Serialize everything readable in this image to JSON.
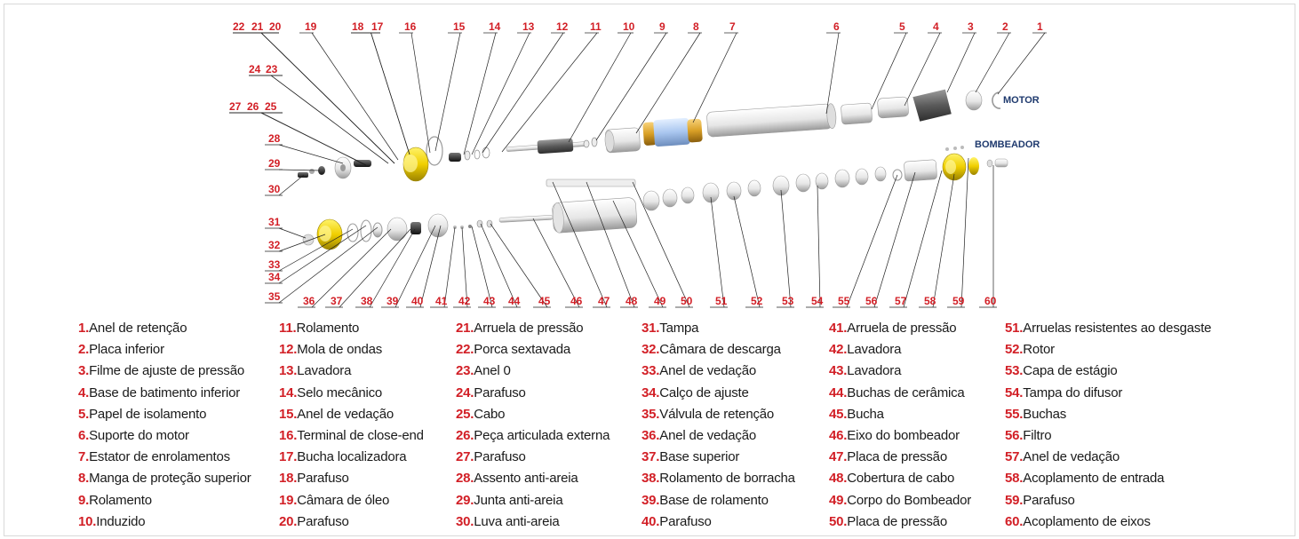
{
  "labels": {
    "motor": "MOTOR",
    "bombeador": "BOMBEADOR"
  },
  "callouts": [
    "1",
    "2",
    "3",
    "4",
    "5",
    "6",
    "7",
    "8",
    "9",
    "10",
    "11",
    "12",
    "13",
    "14",
    "15",
    "16",
    "17",
    "18",
    "19",
    "20",
    "21",
    "22",
    "23",
    "24",
    "25",
    "26",
    "27",
    "28",
    "29",
    "30",
    "31",
    "32",
    "33",
    "34",
    "35",
    "36",
    "37",
    "38",
    "39",
    "40",
    "41",
    "42",
    "43",
    "44",
    "45",
    "46",
    "47",
    "48",
    "49",
    "50",
    "51",
    "52",
    "53",
    "54",
    "55",
    "56",
    "57",
    "58",
    "59",
    "60"
  ],
  "legend": {
    "columns": [
      [
        {
          "num": "1.",
          "text": "Anel de retenção"
        },
        {
          "num": "2.",
          "text": "Placa inferior"
        },
        {
          "num": "3.",
          "text": "Filme de ajuste de pressão"
        },
        {
          "num": "4.",
          "text": "Base de batimento inferior"
        },
        {
          "num": "5.",
          "text": "Papel de isolamento"
        },
        {
          "num": "6.",
          "text": "Suporte do motor"
        },
        {
          "num": "7.",
          "text": "Estator de enrolamentos"
        },
        {
          "num": "8.",
          "text": "Manga de proteção superior"
        },
        {
          "num": "9.",
          "text": "Rolamento"
        },
        {
          "num": "10.",
          "text": "Induzido"
        }
      ],
      [
        {
          "num": "11.",
          "text": "Rolamento"
        },
        {
          "num": "12.",
          "text": "Mola de ondas"
        },
        {
          "num": "13.",
          "text": "Lavadora"
        },
        {
          "num": "14.",
          "text": "Selo mecânico"
        },
        {
          "num": "15.",
          "text": "Anel de vedação"
        },
        {
          "num": "16.",
          "text": "Terminal de close-end"
        },
        {
          "num": "17.",
          "text": "Bucha localizadora"
        },
        {
          "num": "18.",
          "text": "Parafuso"
        },
        {
          "num": "19.",
          "text": "Câmara de óleo"
        },
        {
          "num": "20.",
          "text": "Parafuso"
        }
      ],
      [
        {
          "num": "21.",
          "text": "Arruela de pressão"
        },
        {
          "num": "22.",
          "text": "Porca sextavada"
        },
        {
          "num": "23.",
          "text": "Anel 0"
        },
        {
          "num": "24.",
          "text": "Parafuso"
        },
        {
          "num": "25.",
          "text": "Cabo"
        },
        {
          "num": "26.",
          "text": "Peça articulada externa"
        },
        {
          "num": "27.",
          "text": "Parafuso"
        },
        {
          "num": "28.",
          "text": "Assento anti-areia"
        },
        {
          "num": "29.",
          "text": "Junta anti-areia"
        },
        {
          "num": "30.",
          "text": "Luva anti-areia"
        }
      ],
      [
        {
          "num": "31.",
          "text": "Tampa"
        },
        {
          "num": "32.",
          "text": "Câmara de descarga"
        },
        {
          "num": "33.",
          "text": "Anel de vedação"
        },
        {
          "num": "34.",
          "text": "Calço de ajuste"
        },
        {
          "num": "35.",
          "text": "Válvula de retenção"
        },
        {
          "num": "36.",
          "text": "Anel de vedação"
        },
        {
          "num": "37.",
          "text": "Base superior"
        },
        {
          "num": "38.",
          "text": "Rolamento de borracha"
        },
        {
          "num": "39.",
          "text": "Base de rolamento"
        },
        {
          "num": "40.",
          "text": "Parafuso"
        }
      ],
      [
        {
          "num": "41.",
          "text": "Arruela de pressão"
        },
        {
          "num": "42.",
          "text": "Lavadora"
        },
        {
          "num": "43.",
          "text": "Lavadora"
        },
        {
          "num": "44.",
          "text": "Buchas de cerâmica"
        },
        {
          "num": "45.",
          "text": "Bucha"
        },
        {
          "num": "46.",
          "text": "Eixo do bombeador"
        },
        {
          "num": "47.",
          "text": "Placa de pressão"
        },
        {
          "num": "48.",
          "text": "Cobertura de cabo"
        },
        {
          "num": "49.",
          "text": "Corpo do Bombeador"
        },
        {
          "num": "50.",
          "text": "Placa de pressão"
        }
      ],
      [
        {
          "num": "51.",
          "text": "Arruelas resistentes ao desgaste"
        },
        {
          "num": "52.",
          "text": "Rotor"
        },
        {
          "num": "53.",
          "text": "Capa de estágio"
        },
        {
          "num": "54.",
          "text": "Tampa do difusor"
        },
        {
          "num": "55.",
          "text": "Buchas"
        },
        {
          "num": "56.",
          "text": "Filtro"
        },
        {
          "num": "57.",
          "text": "Anel de vedação"
        },
        {
          "num": "58.",
          "text": "Acoplamento de entrada"
        },
        {
          "num": "59.",
          "text": "Parafuso"
        },
        {
          "num": "60.",
          "text": "Acoplamento de eixos"
        }
      ]
    ]
  }
}
